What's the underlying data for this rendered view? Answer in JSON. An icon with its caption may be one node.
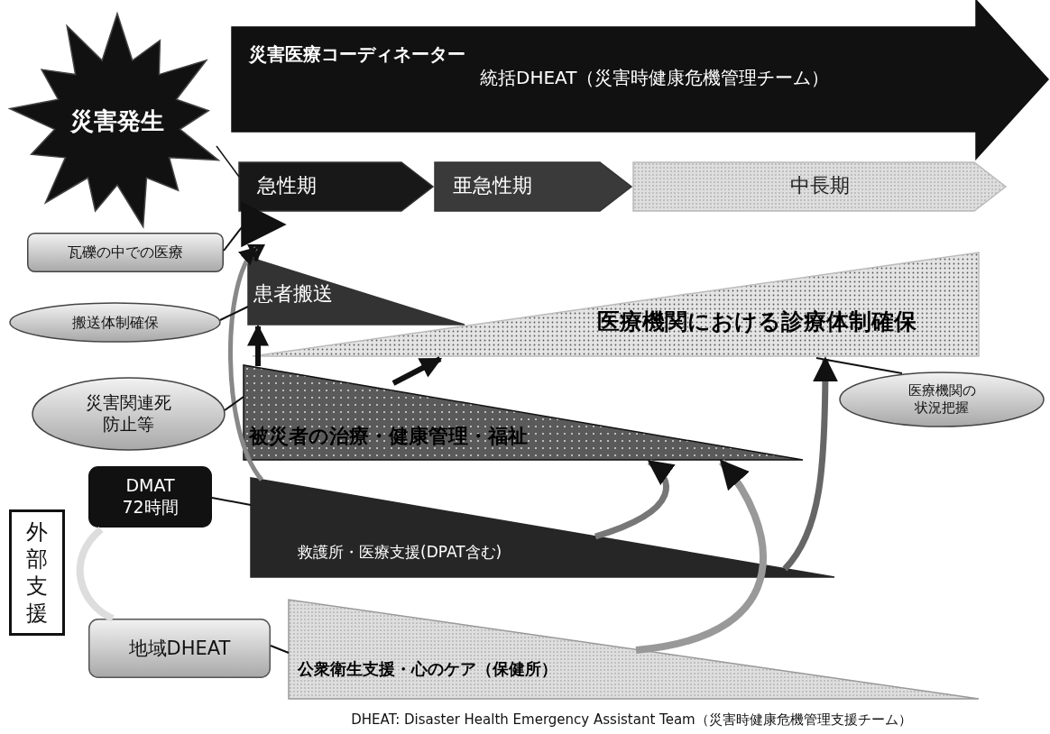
{
  "diagram": {
    "nodes": [
      {
        "text": [
          "災害発生"
        ]
      },
      {
        "text": [
          "災害医療コーディネーター",
          "統括DHEAT（災害時健康危機管理チーム）"
        ]
      },
      {
        "text": [
          "急性期"
        ]
      },
      {
        "text": [
          "亜急性期"
        ]
      },
      {
        "text": [
          "中長期"
        ]
      },
      {
        "text": [],
        "shape": "triangle"
      },
      {
        "text": [
          "患者搬送"
        ]
      },
      {
        "text": [
          "医療機関における診療体制確保"
        ]
      },
      {
        "text": [
          "被災者の治療・健康管理・福祉"
        ]
      },
      {
        "text": [
          "救護所・医療支援(DPAT含む)"
        ]
      },
      {
        "text": [
          "公衆衛生支援・心のケア（保健所）"
        ]
      },
      {
        "text": [
          "瓦礫の中での医療"
        ]
      },
      {
        "text": [
          "搬送体制確保"
        ]
      },
      {
        "text": [
          "災害関連死防止等"
        ]
      },
      {
        "text": [
          "医療機関の状況把握"
        ]
      },
      {
        "text": [
          "DMAT 72時間"
        ]
      },
      {
        "text": [
          "地域DHEAT"
        ]
      },
      {
        "text": [
          "外部支援"
        ]
      }
    ],
    "edges": [
      {
        "from": 0,
        "to": 2,
        "arrow": "none"
      },
      {
        "from": 5,
        "to": 6,
        "arrow": "to"
      },
      {
        "from": 8,
        "to": 6,
        "arrow": "to"
      },
      {
        "from": 8,
        "to": 7,
        "arrow": "to"
      },
      {
        "from": 9,
        "to": 5,
        "arrow": "to",
        "color": "#888888"
      },
      {
        "from": 9,
        "to": 8,
        "arrow": "to",
        "color": "#777777"
      },
      {
        "from": 9,
        "to": 7,
        "arrow": "to",
        "color": "#666666"
      },
      {
        "from": 10,
        "to": 8,
        "arrow": "to",
        "color": "#999999"
      },
      {
        "from": 15,
        "to": 16,
        "arrow": "none",
        "color": "#dddddd"
      },
      {
        "from": 11,
        "to": 5,
        "arrow": "none"
      },
      {
        "from": 12,
        "to": 6,
        "arrow": "none"
      },
      {
        "from": 13,
        "to": 8,
        "arrow": "none"
      },
      {
        "from": 14,
        "to": 7,
        "arrow": "none"
      },
      {
        "from": 15,
        "to": 9,
        "arrow": "none"
      },
      {
        "from": 16,
        "to": 10,
        "arrow": "none"
      }
    ],
    "labels": [
      "DHEAT: Disaster Health Emergency Assistant Team（災害時健康危機管理支援チーム）"
    ]
  }
}
